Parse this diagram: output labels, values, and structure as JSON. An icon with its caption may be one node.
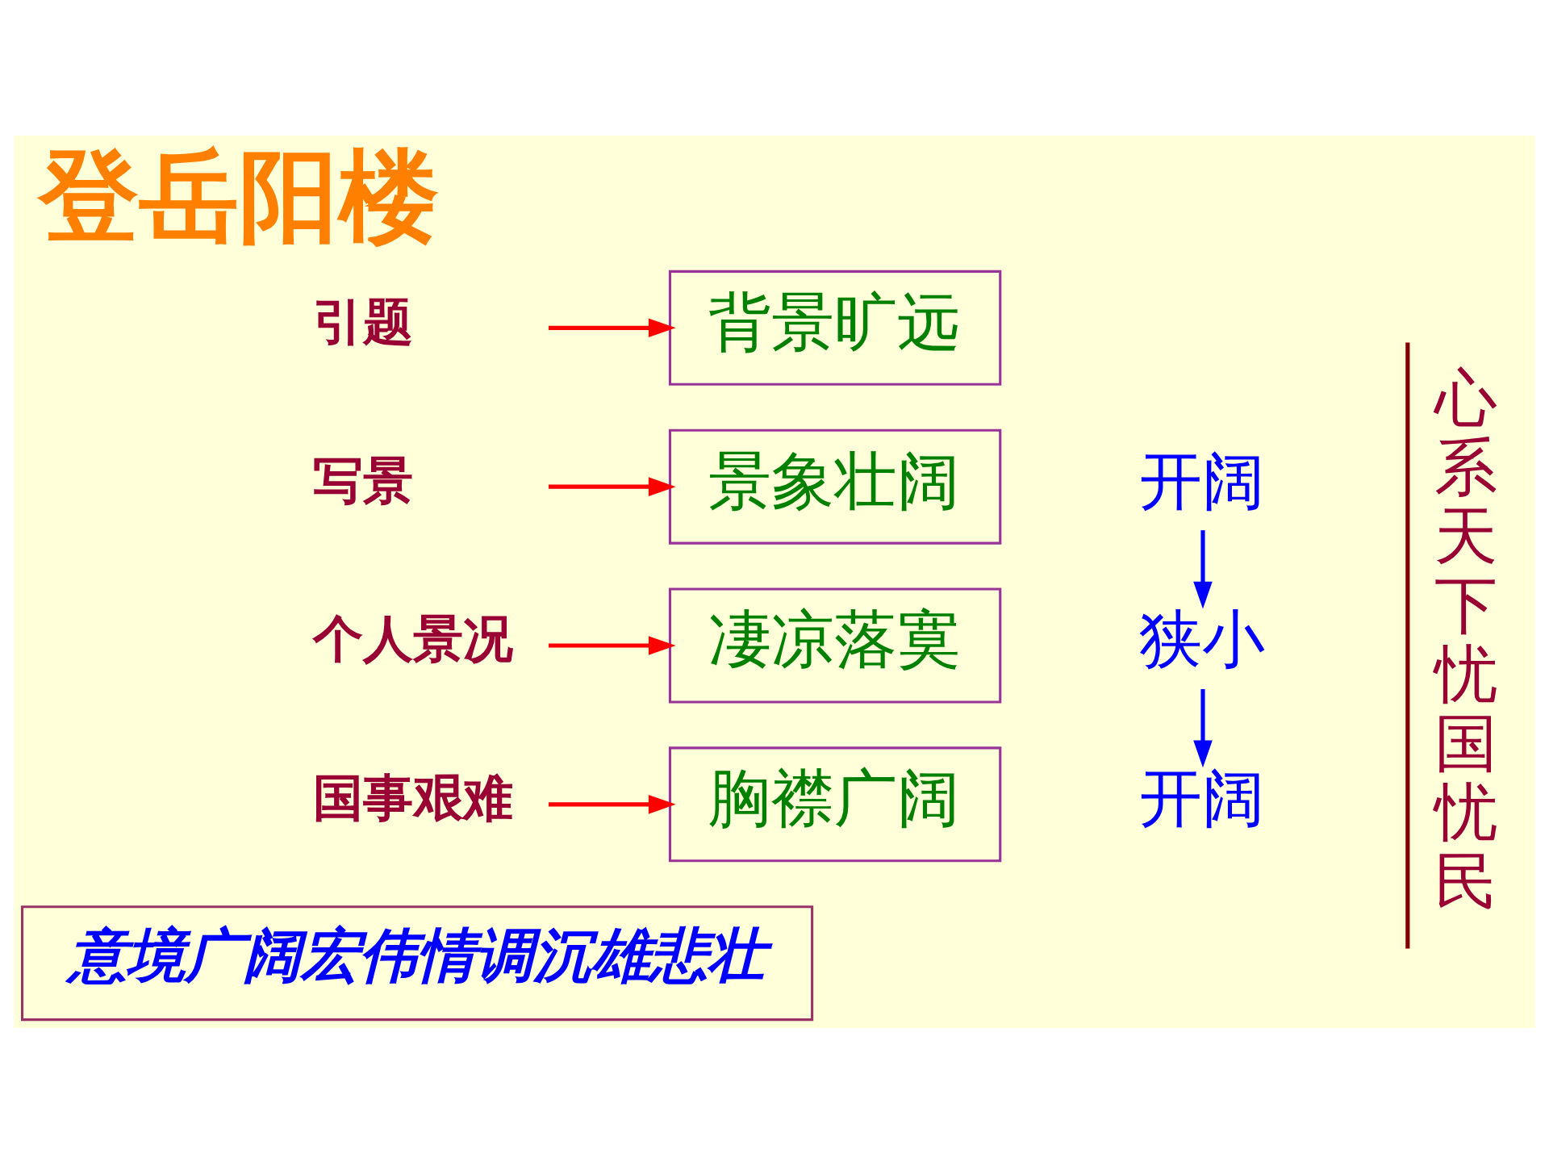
{
  "diagram": {
    "title": "登岳阳楼",
    "nodes": [
      {
        "text": [
          "引题"
        ]
      },
      {
        "text": [
          "背景旷远"
        ]
      },
      {
        "text": [
          "写景"
        ]
      },
      {
        "text": [
          "景象壮阔"
        ]
      },
      {
        "text": [
          "个人景况"
        ]
      },
      {
        "text": [
          "凄凉落寞"
        ]
      },
      {
        "text": [
          "国事艰难"
        ]
      },
      {
        "text": [
          "胸襟广阔"
        ]
      },
      {
        "text": [
          "开阔"
        ]
      },
      {
        "text": [
          "狭小"
        ]
      },
      {
        "text": [
          "开阔"
        ]
      },
      {
        "text": [
          "意境广阔宏伟情调沉雄悲壮"
        ]
      }
    ],
    "edges": [
      {
        "from": 0,
        "to": 1,
        "arrow": "to"
      },
      {
        "from": 2,
        "to": 3,
        "arrow": "to"
      },
      {
        "from": 4,
        "to": 5,
        "arrow": "to"
      },
      {
        "from": 6,
        "to": 7,
        "arrow": "to"
      },
      {
        "from": 8,
        "to": 9,
        "arrow": "to",
        "color": "#0000ff"
      },
      {
        "from": 9,
        "to": 10,
        "arrow": "to",
        "color": "#0000ff"
      }
    ],
    "labels": [
      "心系天下忧国忧民"
    ]
  }
}
